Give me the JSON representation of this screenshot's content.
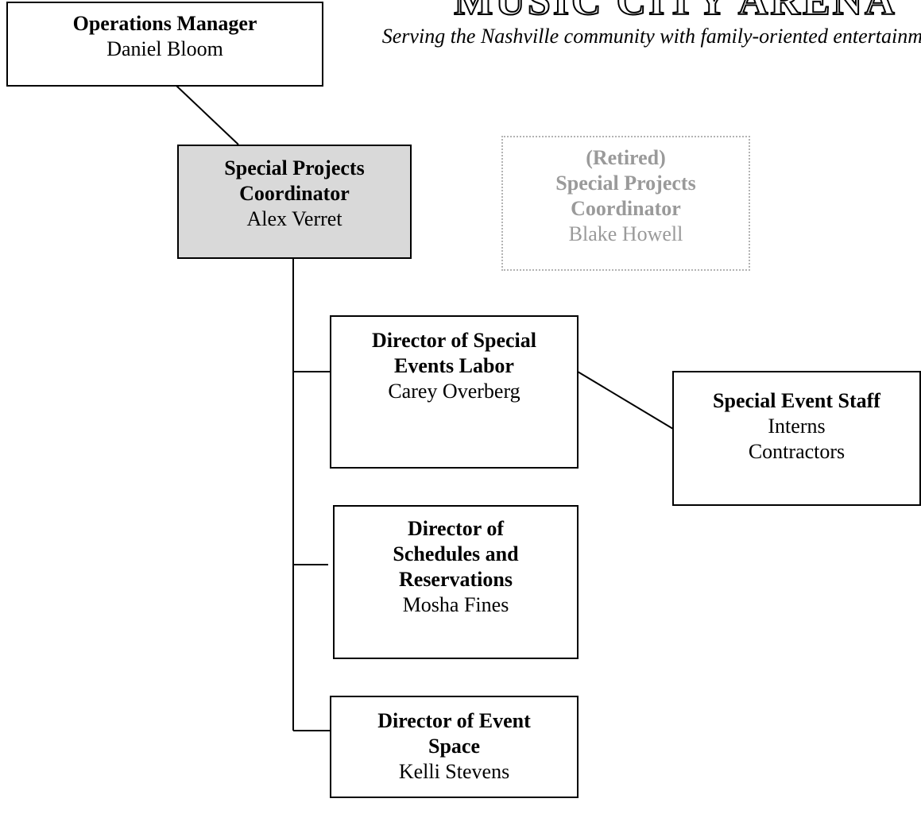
{
  "header": {
    "title": "Music City Arena",
    "tagline": "Serving the Nashville community with family-oriented entertainment."
  },
  "nodes": {
    "operations_manager": {
      "role": "Operations Manager",
      "name": "Daniel Bloom"
    },
    "special_projects_coordinator": {
      "role": "Special Projects Coordinator",
      "name": "Alex Verret"
    },
    "retired_coordinator": {
      "status": "(Retired)",
      "role": "Special Projects Coordinator",
      "name": "Blake Howell"
    },
    "director_special_events_labor": {
      "role": "Director of Special Events Labor",
      "name": "Carey Overberg"
    },
    "special_event_staff": {
      "role": "Special Event Staff",
      "members": [
        "Interns",
        "Contractors"
      ]
    },
    "director_schedules_reservations": {
      "role": "Director of Schedules and Reservations",
      "name": "Mosha Fines"
    },
    "director_event_space": {
      "role": "Director of Event Space",
      "name": "Kelli Stevens"
    }
  },
  "colors": {
    "line": "#000000",
    "highlight_fill": "#d9d9d9",
    "retired_text": "#9a9a9a",
    "retired_border": "#b3b3b3"
  }
}
